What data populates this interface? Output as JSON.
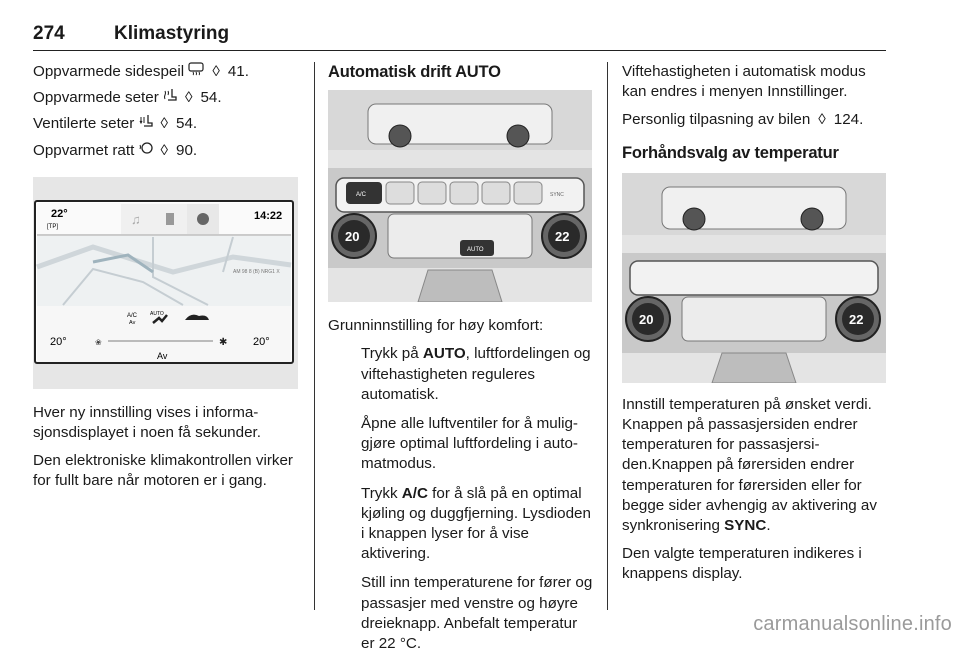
{
  "header": {
    "page_number": "274",
    "chapter": "Klimastyring"
  },
  "col1": {
    "refs": [
      {
        "text": "Oppvarmede sidespeil",
        "icon": "heated-mirror-icon",
        "page": "41."
      },
      {
        "text": "Oppvarmede seter",
        "icon": "heated-seat-icon",
        "page": "54."
      },
      {
        "text": "Ventilerte seter",
        "icon": "ventilated-seat-icon",
        "page": "54."
      },
      {
        "text": "Oppvarmet ratt",
        "icon": "heated-wheel-icon",
        "page": "90."
      }
    ],
    "display": {
      "temp_top": "22°",
      "tp": "[TP]",
      "clock": "14:22",
      "map_label": "AM 98 8 (B) NRG1 X",
      "ac_label": "A/C",
      "ac_state": "Av",
      "auto_label": "AUTO",
      "temp_left": "20°",
      "temp_right": "20°",
      "fan_state": "Av"
    },
    "p1": "Hver ny innstilling vises i informa­sjonsdisplayet i noen få sekunder.",
    "p2": "Den elektroniske klimakontrollen virker for fullt bare når motoren er i gang."
  },
  "col2": {
    "heading": "Automatisk drift AUTO",
    "panel": {
      "left": "20",
      "right": "22",
      "ac": "A/C",
      "auto": "AUTO",
      "sync": "SYNC"
    },
    "intro": "Grunninnstilling for høy komfort:",
    "bullet_char": "●",
    "b1_pre": "Trykk på ",
    "b1_bold": "AUTO",
    "b1_post": ", luftfordelingen og viftehastigheten reguleres automatisk.",
    "b2": "Åpne alle luftventiler for å mulig­gjøre optimal luftfordeling i auto­matmodus.",
    "b3_pre": "Trykk ",
    "b3_bold": "A/C",
    "b3_post": " for å slå på en optimal kjøling og duggfjerning. Lysdio­den i knappen lyser for å vise aktivering.",
    "b4": "Still inn temperaturene for fører og passasjer med venstre og høyre dreieknapp. Anbefalt temperatur er 22 °C."
  },
  "col3": {
    "p1": "Viftehastigheten i automatisk modus kan endres i menyen Innstillinger.",
    "p2_text": "Personlig tilpasning av bilen",
    "p2_page": "124.",
    "heading": "Forhåndsvalg av temperatur",
    "panel": {
      "left": "20",
      "right": "22"
    },
    "p3_pre": "Innstill temperaturen på ønsket verdi. Knappen på passasjersiden endrer temperaturen for passasjersi­den.Knappen på førersiden endrer temperaturen for førersiden eller for begge sider avhengig av aktivering av synkronisering ",
    "p3_bold": "SYNC",
    "p3_post": ".",
    "p4": "Den valgte temperaturen indikeres i knappens display."
  },
  "ref_arrow": "◊",
  "footer": "carmanualsonline.info"
}
